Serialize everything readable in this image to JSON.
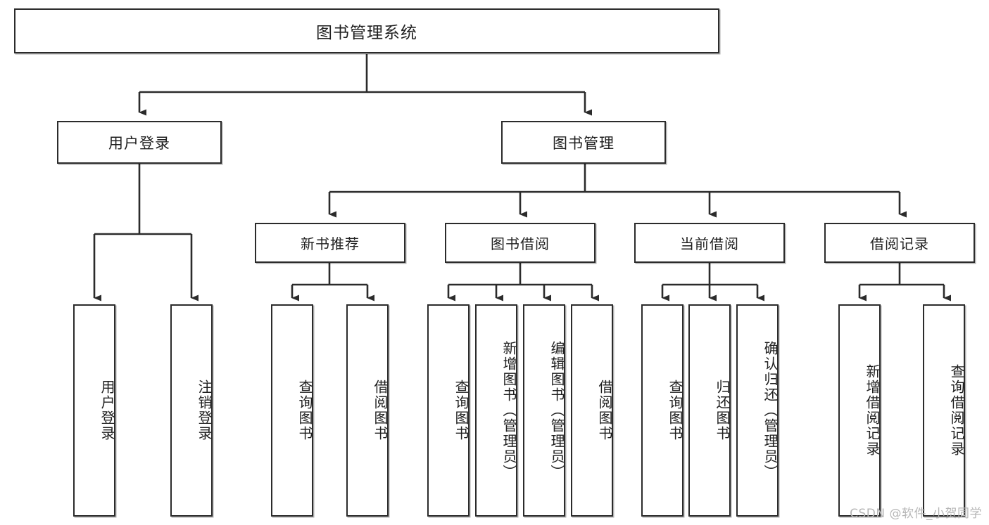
{
  "diagram": {
    "type": "tree",
    "title": "图书管理系统",
    "orientation": "top-down",
    "line_color": "#2b2b2b",
    "box_fill": "#ffffff",
    "text_color": "#1f1f1f",
    "root": {
      "id": "root",
      "label": "图书管理系统"
    },
    "level2": [
      {
        "id": "user-login",
        "label": "用户登录"
      },
      {
        "id": "book-manage",
        "label": "图书管理"
      }
    ],
    "level3": [
      {
        "id": "new-book-rec",
        "label": "新书推荐",
        "parent": "book-manage"
      },
      {
        "id": "book-borrow",
        "label": "图书借阅",
        "parent": "book-manage"
      },
      {
        "id": "current-borrow",
        "label": "当前借阅",
        "parent": "book-manage"
      },
      {
        "id": "borrow-record",
        "label": "借阅记录",
        "parent": "book-manage"
      }
    ],
    "leaves": [
      {
        "id": "leaf-user-login",
        "label": "用户登录",
        "parent": "user-login"
      },
      {
        "id": "leaf-logout",
        "label": "注销登录",
        "parent": "user-login"
      },
      {
        "id": "leaf-query-book-1",
        "label": "查询图书",
        "parent": "new-book-rec"
      },
      {
        "id": "leaf-borrow-book-1",
        "label": "借阅图书",
        "parent": "new-book-rec"
      },
      {
        "id": "leaf-query-book-2",
        "label": "查询图书",
        "parent": "book-borrow"
      },
      {
        "id": "leaf-add-book",
        "label": "新增图书（管理员）",
        "parent": "book-borrow"
      },
      {
        "id": "leaf-edit-book",
        "label": "编辑图书（管理员）",
        "parent": "book-borrow"
      },
      {
        "id": "leaf-borrow-book-2",
        "label": "借阅图书",
        "parent": "book-borrow"
      },
      {
        "id": "leaf-query-book-3",
        "label": "查询图书",
        "parent": "current-borrow"
      },
      {
        "id": "leaf-return-book",
        "label": "归还图书",
        "parent": "current-borrow"
      },
      {
        "id": "leaf-confirm-return",
        "label": "确认归还（管理员）",
        "parent": "current-borrow"
      },
      {
        "id": "leaf-add-record",
        "label": "新增借阅记录",
        "parent": "borrow-record"
      },
      {
        "id": "leaf-query-record",
        "label": "查询借阅记录",
        "parent": "borrow-record"
      }
    ]
  },
  "watermark": {
    "text": "CSDN @软件_小贺同学"
  }
}
